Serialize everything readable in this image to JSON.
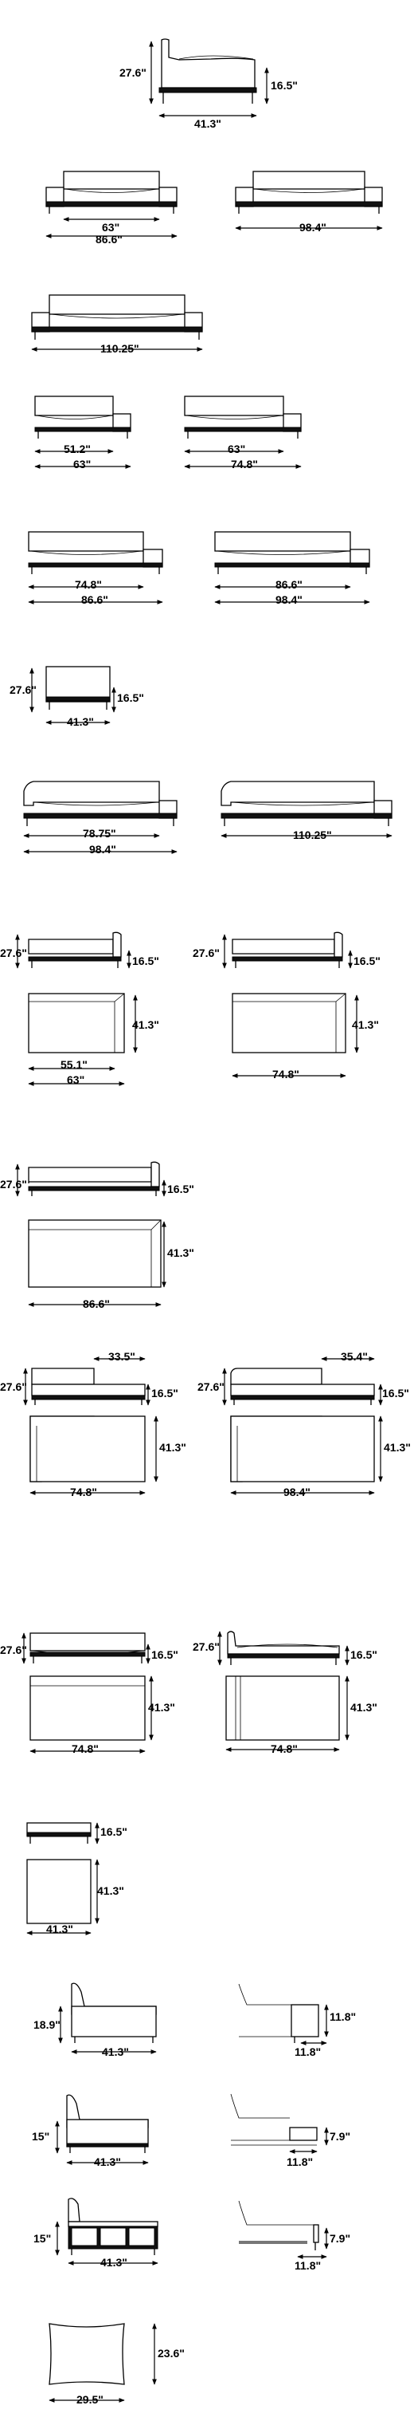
{
  "sections": [
    {
      "id": "armchair",
      "labels": {
        "height": "27.6\"",
        "seat": "16.5\"",
        "width": "41.3\""
      }
    },
    {
      "id": "sofa-63",
      "labels": {
        "inner": "63\"",
        "outer": "86.6\""
      }
    },
    {
      "id": "sofa-98",
      "labels": {
        "outer": "98.4\""
      }
    },
    {
      "id": "sofa-110",
      "labels": {
        "outer": "110.25\""
      }
    },
    {
      "id": "half-sofa-left",
      "labels": {
        "inner": "51.2\"",
        "outer": "63\""
      }
    },
    {
      "id": "half-sofa-right",
      "labels": {
        "inner": "63\"",
        "outer": "74.8\""
      }
    },
    {
      "id": "sofa-one-arm-left",
      "labels": {
        "inner": "74.8\"",
        "outer": "86.6\""
      }
    },
    {
      "id": "sofa-one-arm-right",
      "labels": {
        "inner": "86.6\"",
        "outer": "98.4\""
      }
    },
    {
      "id": "armless-module",
      "labels": {
        "height": "27.6\"",
        "seat": "16.5\"",
        "width": "41.3\""
      }
    },
    {
      "id": "open-sofa-left",
      "labels": {
        "inner": "78.75\"",
        "outer": "98.4\""
      }
    },
    {
      "id": "open-sofa-right",
      "labels": {
        "outer": "110.25\""
      }
    },
    {
      "id": "corner-left",
      "labels": {
        "height": "27.6\"",
        "seat": "16.5\"",
        "depth": "41.3\"",
        "inner": "55.1\"",
        "outer": "63\""
      }
    },
    {
      "id": "corner-right",
      "labels": {
        "height": "27.6\"",
        "seat": "16.5\"",
        "depth": "41.3\"",
        "width": "74.8\""
      }
    },
    {
      "id": "corner-wide",
      "labels": {
        "height": "27.6\"",
        "seat": "16.5\"",
        "depth": "41.3\"",
        "width": "86.6\""
      }
    },
    {
      "id": "chaise-low-left",
      "labels": {
        "back": "33.5\"",
        "height": "27.6\"",
        "seat": "16.5\"",
        "depth": "41.3\"",
        "width": "74.8\""
      }
    },
    {
      "id": "chaise-low-right",
      "labels": {
        "back": "35.4\"",
        "height": "27.6\"",
        "seat": "16.5\"",
        "depth": "41.3\"",
        "width": "98.4\""
      }
    },
    {
      "id": "bench-back",
      "labels": {
        "height": "27.6\"",
        "seat": "16.5\"",
        "depth": "41.3\"",
        "width": "74.8\""
      }
    },
    {
      "id": "chaise-longue",
      "labels": {
        "height": "27.6\"",
        "seat": "16.5\"",
        "depth": "41.3\"",
        "width": "74.8\""
      }
    },
    {
      "id": "ottoman",
      "labels": {
        "seat": "16.5\"",
        "depth": "41.3\"",
        "width": "41.3\""
      }
    },
    {
      "id": "backrest-module-a",
      "labels": {
        "height": "18.9\"",
        "width": "41.3\""
      }
    },
    {
      "id": "side-table-a",
      "labels": {
        "height": "11.8\"",
        "width": "11.8\""
      }
    },
    {
      "id": "backrest-module-b",
      "labels": {
        "height": "15\"",
        "width": "41.3\""
      }
    },
    {
      "id": "side-table-b",
      "labels": {
        "height": "7.9\"",
        "width": "11.8\""
      }
    },
    {
      "id": "storage-module",
      "labels": {
        "height": "15\"",
        "width": "41.3\""
      }
    },
    {
      "id": "side-table-c",
      "labels": {
        "height": "7.9\"",
        "width": "11.8\""
      }
    },
    {
      "id": "cushion",
      "labels": {
        "height": "23.6\"",
        "width": "29.5\""
      }
    }
  ]
}
